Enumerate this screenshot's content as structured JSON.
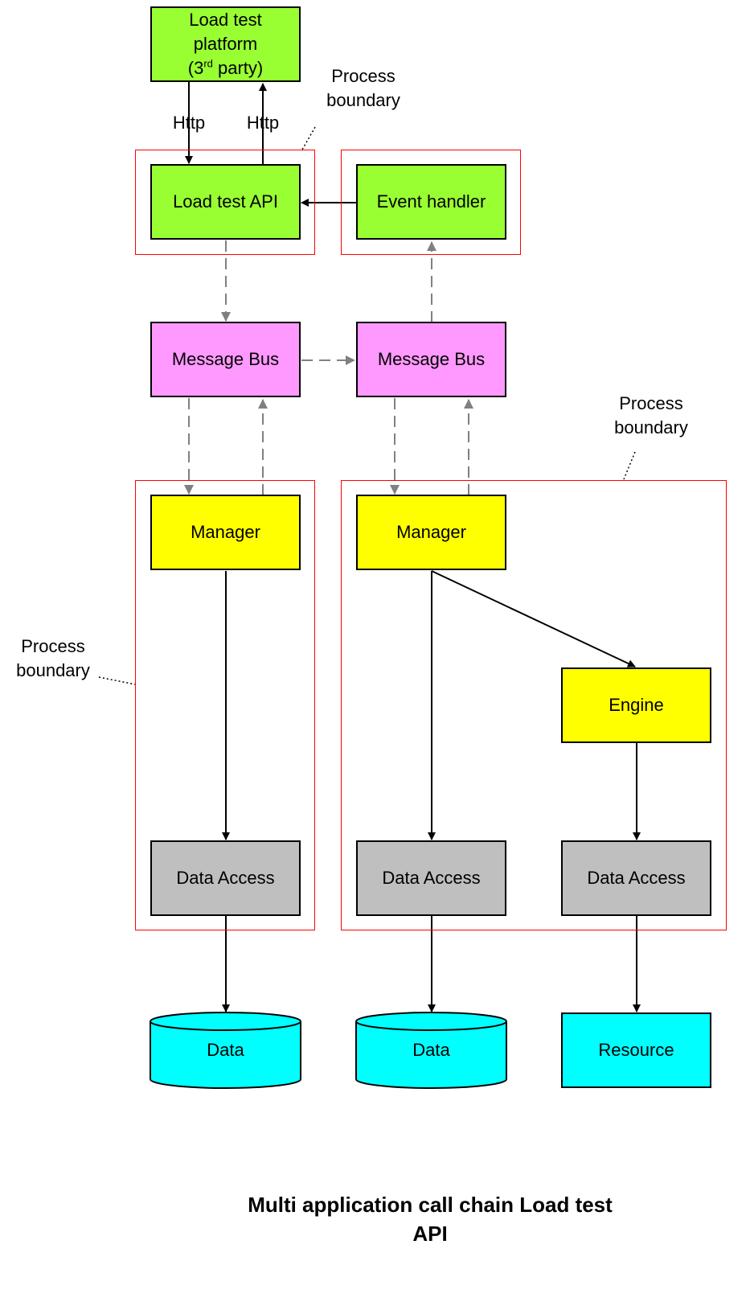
{
  "boxes": {
    "load_test_platform": {
      "line1": "Load test",
      "line2": "platform",
      "line3_pre": "(3",
      "line3_sup": "rd",
      "line3_post": " party)"
    },
    "load_test_api": "Load test API",
    "event_handler": "Event handler",
    "message_bus_left": "Message Bus",
    "message_bus_right": "Message Bus",
    "manager_left": "Manager",
    "manager_right": "Manager",
    "engine": "Engine",
    "data_access_left": "Data Access",
    "data_access_mid": "Data Access",
    "data_access_right": "Data Access",
    "data_left": "Data",
    "data_mid": "Data",
    "resource": "Resource"
  },
  "labels": {
    "http_down": "Http",
    "http_up": "Http",
    "boundary_top": {
      "line1": "Process",
      "line2": "boundary"
    },
    "boundary_right": {
      "line1": "Process",
      "line2": "boundary"
    },
    "boundary_left": {
      "line1": "Process",
      "line2": "boundary"
    }
  },
  "caption": {
    "line1": "Multi application call chain Load test",
    "line2": "API"
  },
  "colors": {
    "client_green": "#99ff33",
    "bus_pink": "#ff99ff",
    "manager_yellow": "#ffff00",
    "access_grey": "#c0bfbf",
    "resource_cyan": "#00ffff",
    "boundary_red": "#ff0000",
    "async_arrow_grey": "#808080"
  }
}
